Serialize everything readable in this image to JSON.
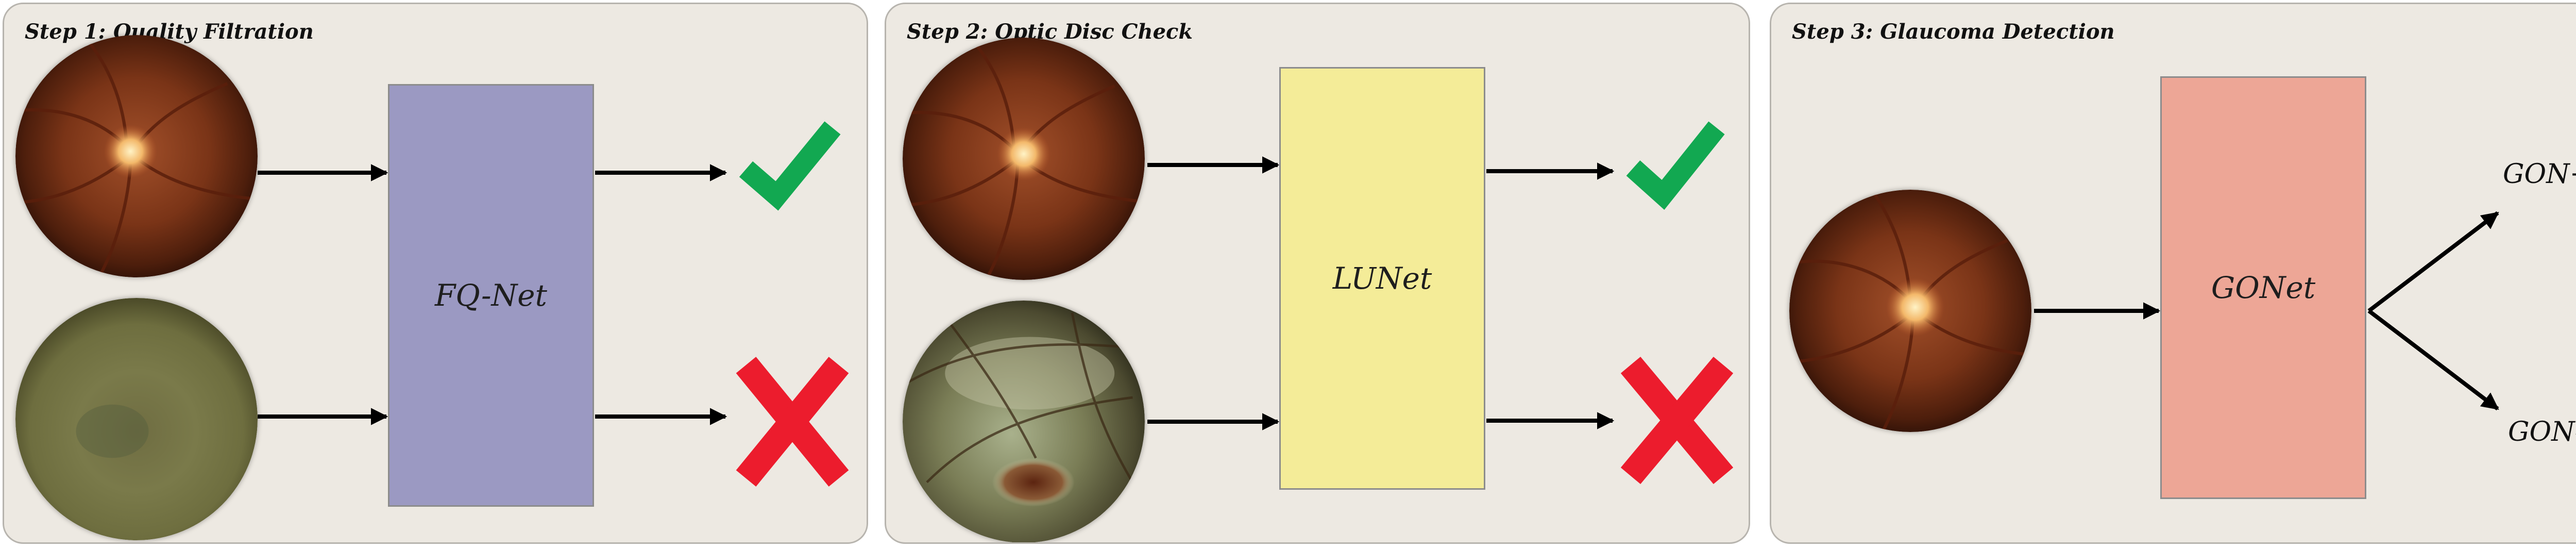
{
  "steps": [
    {
      "title": "Step 1: Quality Filtration",
      "network_label": "FQ-Net",
      "network_color": "#9b99c2",
      "inputs": [
        {
          "image": "good-fundus-image",
          "verdict": "check-mark-icon"
        },
        {
          "image": "blurry-fundus-image",
          "verdict": "cross-mark-icon"
        }
      ]
    },
    {
      "title": "Step 2: Optic Disc Check",
      "network_label": "LUNet",
      "network_color": "#f4ec98",
      "inputs": [
        {
          "image": "disc-centered-fundus-image",
          "verdict": "check-mark-icon"
        },
        {
          "image": "off-center-fundus-image",
          "verdict": "cross-mark-icon"
        }
      ]
    },
    {
      "title": "Step 3: Glaucoma Detection",
      "network_label": "GONet",
      "network_color": "#eda696",
      "inputs": [
        {
          "image": "fundus-image"
        }
      ],
      "outputs": [
        "GON+",
        "GON-"
      ]
    }
  ],
  "colors": {
    "panel_background": "#ede9e2",
    "panel_border": "#b7b4ae",
    "check": "#12a851",
    "cross": "#ec1c2d",
    "arrow": "#000000"
  }
}
